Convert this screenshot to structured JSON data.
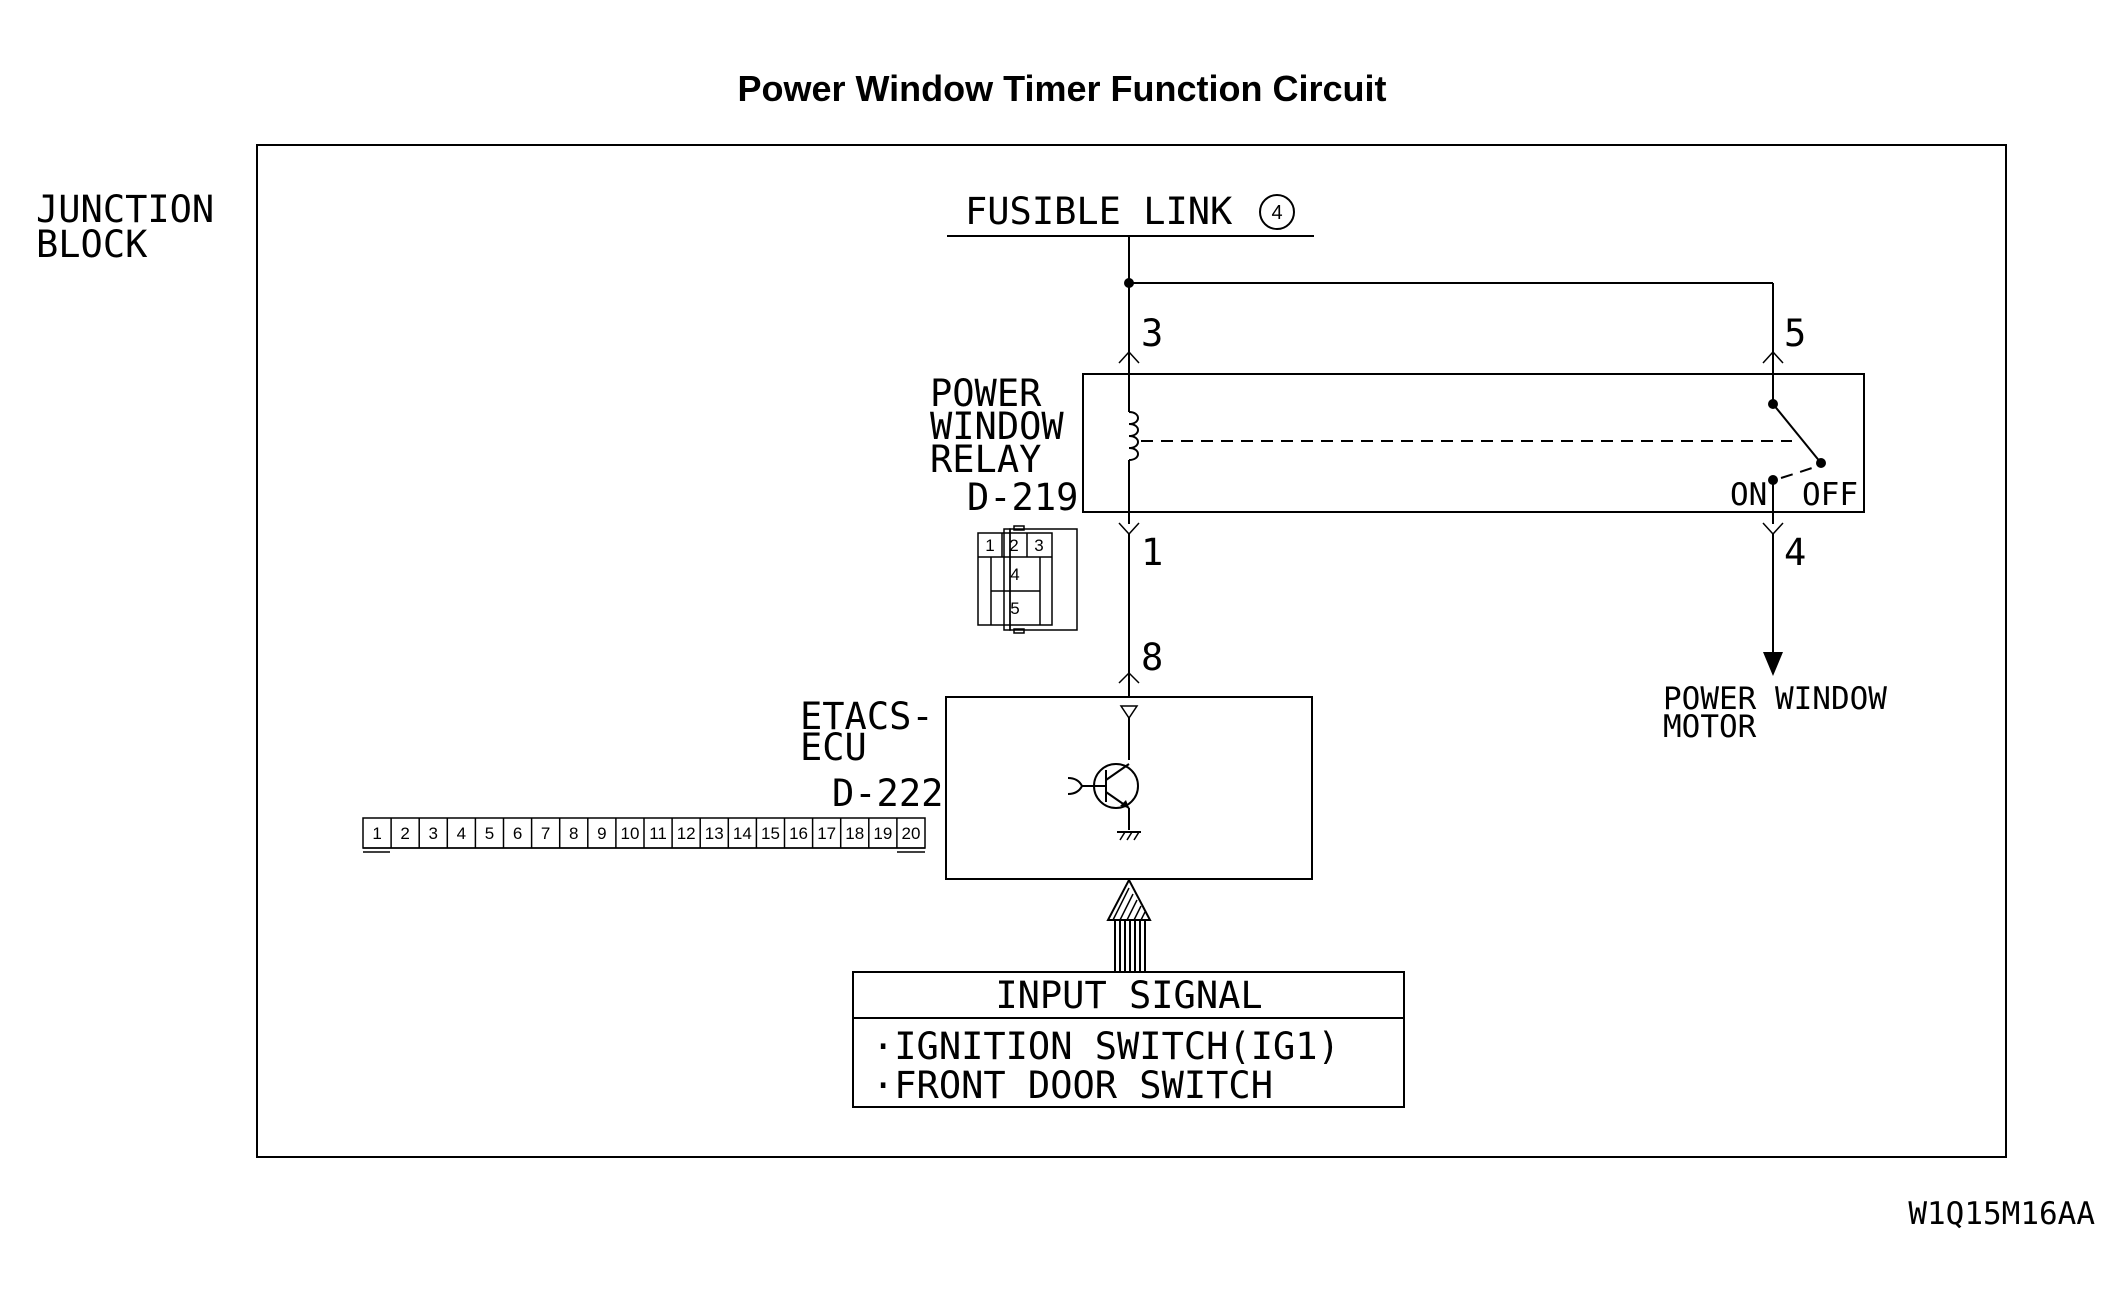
{
  "title": "Power Window Timer Function Circuit",
  "junction_block": {
    "line1": "JUNCTION",
    "line2": "BLOCK"
  },
  "fusible_link": {
    "label": "FUSIBLE LINK",
    "number": "4"
  },
  "relay": {
    "line1": "POWER",
    "line2": "WINDOW",
    "line3": "RELAY",
    "connector": "D-219",
    "pins": {
      "p1": "1",
      "p3": "3",
      "p4": "4",
      "p5": "5"
    },
    "switch_on": "ON",
    "switch_off": "OFF",
    "connector_face": [
      "1",
      "2",
      "3",
      "4",
      "5"
    ]
  },
  "ecu": {
    "line1": "ETACS-",
    "line2": "ECU",
    "connector": "D-222",
    "pin": "8",
    "connector_face": [
      "1",
      "2",
      "3",
      "4",
      "5",
      "6",
      "7",
      "8",
      "9",
      "10",
      "11",
      "12",
      "13",
      "14",
      "15",
      "16",
      "17",
      "18",
      "19",
      "20"
    ]
  },
  "motor": {
    "line1": "POWER WINDOW",
    "line2": "MOTOR"
  },
  "input_signal": {
    "header": "INPUT SIGNAL",
    "items": [
      "·IGNITION SWITCH(IG1)",
      "·FRONT DOOR SWITCH"
    ]
  },
  "figure_code": "W1Q15M16AA"
}
